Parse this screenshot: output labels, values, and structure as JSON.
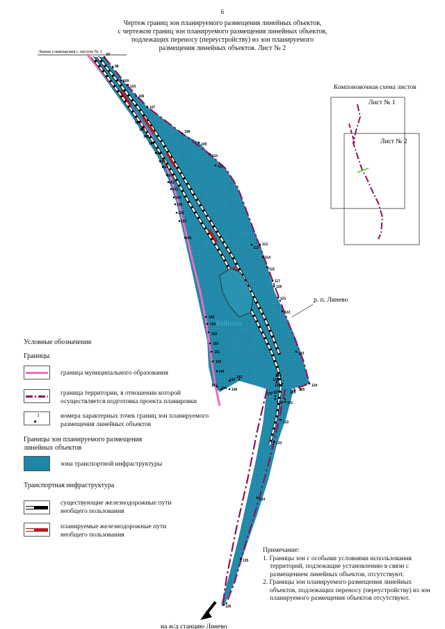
{
  "page_number": "6",
  "title_lines": [
    "Чертеж границ зон планируемого размещения линейных объектов,",
    "с чертежом границ зон планируемого размещения линейных объектов,",
    "подлежащих переносу (переустройству) из зон планируемого",
    "размещения линейных объектов. Лист № 2"
  ],
  "map": {
    "junction_line_label": "Линия совмещения с листом № 1",
    "settlement_label": "р. п. Линево",
    "locality_label": "Койниха",
    "direction_label": "на ж/д станцию Линево",
    "points": [
      "97",
      "98",
      "100",
      "103",
      "106",
      "107",
      "108",
      "109",
      "110",
      "111",
      "112",
      "113",
      "114",
      "115",
      "117",
      "118",
      "121",
      "122",
      "123",
      "124",
      "125",
      "126",
      "127",
      "128",
      "129",
      "130",
      "131",
      "132",
      "133",
      "134",
      "135",
      "136",
      "137",
      "140",
      "143",
      "144",
      "145",
      "146",
      "147",
      "149",
      "150",
      "151",
      "152",
      "153",
      "154",
      "155",
      "156",
      "157",
      "158",
      "159",
      "160",
      "161",
      "162",
      "163",
      "164",
      "165",
      "166",
      "167",
      "168",
      "169",
      "170"
    ]
  },
  "index_map": {
    "title": "Компоновочная схема листов",
    "sheet1": "Лист № 1",
    "sheet2": "Лист № 2"
  },
  "legend": {
    "title": "Условные обозначения",
    "boundaries_heading": "Границы",
    "municipal_boundary": "граница муниципального образования",
    "territory_boundary_lines": [
      "граница территории, в отношении которой",
      "осуществляется подготовка проекта планировки"
    ],
    "point_numbers_lines": [
      "номера характерных точек границ зон планируемого",
      "размещения линейных объектов"
    ],
    "point_example": "3",
    "zones_heading_lines": [
      "Границы зон планируемого размещения",
      "линейных объектов"
    ],
    "transport_zone": "зона транспортной инфраструктуры",
    "transport_heading": "Транспортная инфраструктура",
    "existing_rail_lines": [
      "существующие железнодорожные пути",
      "необщего пользования"
    ],
    "planned_rail_lines": [
      "планируемые железнодорожные пути",
      "необщего пользования"
    ]
  },
  "note": {
    "heading": "Примечание:",
    "item1": "1. Границы зон с особыми условиями использования территорий, подлежащие установлению в связи с размещением линейных объектов, отсутствуют.",
    "item2": "2. Границы зон планируемого размещения линейных объектов, подлежащих переносу (переустройству) из зон планируемого размещения объектов отсутствуют."
  },
  "colors": {
    "zone_fill": "#1e86a6",
    "municipal_boundary": "#f06bbf",
    "territory_boundary": "#8e1158",
    "planned_rail": "#c0141b",
    "existing_rail": "#000000",
    "index_track_green": "#5fbf2a"
  }
}
